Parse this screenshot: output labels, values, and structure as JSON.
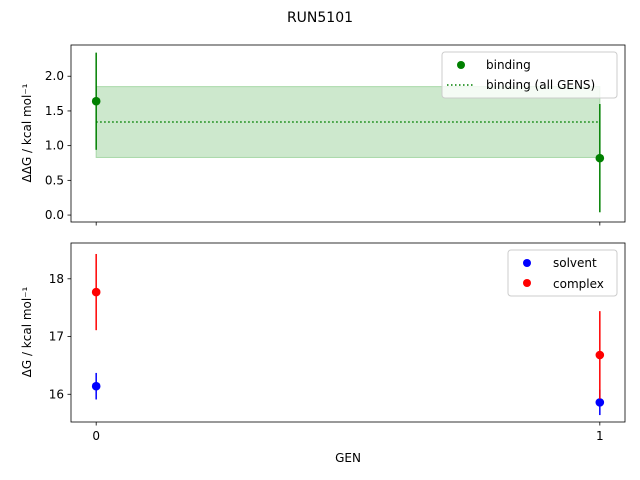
{
  "figure": {
    "title": "RUN5101",
    "xlabel": "GEN"
  },
  "colors": {
    "binding": "#008000",
    "binding_band": "#cde8cd",
    "solvent": "#0000ff",
    "complex": "#ff0000"
  },
  "chart_data": [
    {
      "type": "scatter",
      "ylabel": "ΔΔG / kcal mol⁻¹",
      "xlim": [
        -0.05,
        1.05
      ],
      "ylim": [
        -0.1,
        2.45
      ],
      "xticks": [
        0,
        1
      ],
      "xtick_labels": [
        "",
        ""
      ],
      "yticks": [
        0.0,
        0.5,
        1.0,
        1.5,
        2.0
      ],
      "ytick_labels": [
        "0.0",
        "0.5",
        "1.0",
        "1.5",
        "2.0"
      ],
      "grid": false,
      "legend": "top-right",
      "series": [
        {
          "name": "binding",
          "marker": "point",
          "color": "#008000",
          "x": [
            0,
            1
          ],
          "y": [
            1.64,
            0.82
          ],
          "yerr": [
            0.7,
            0.78
          ]
        }
      ],
      "reference": {
        "name": "binding (all GENS)",
        "style": "dotted-line",
        "color": "#008000",
        "y": 1.34,
        "band": [
          0.83,
          1.85
        ],
        "x_range": [
          0,
          1
        ]
      }
    },
    {
      "type": "scatter",
      "ylabel": "ΔG / kcal mol⁻¹",
      "xlim": [
        -0.05,
        1.05
      ],
      "ylim": [
        15.52,
        18.62
      ],
      "xticks": [
        0,
        1
      ],
      "xtick_labels": [
        "0",
        "1"
      ],
      "yticks": [
        16,
        17,
        18
      ],
      "ytick_labels": [
        "16",
        "17",
        "18"
      ],
      "grid": false,
      "legend": "top-right",
      "series": [
        {
          "name": "solvent",
          "marker": "point",
          "color": "#0000ff",
          "x": [
            0,
            1
          ],
          "y": [
            16.14,
            15.86
          ],
          "yerr": [
            0.23,
            0.22
          ]
        },
        {
          "name": "complex",
          "marker": "point",
          "color": "#ff0000",
          "x": [
            0,
            1
          ],
          "y": [
            17.77,
            16.68
          ],
          "yerr": [
            0.66,
            0.76
          ]
        }
      ]
    }
  ]
}
